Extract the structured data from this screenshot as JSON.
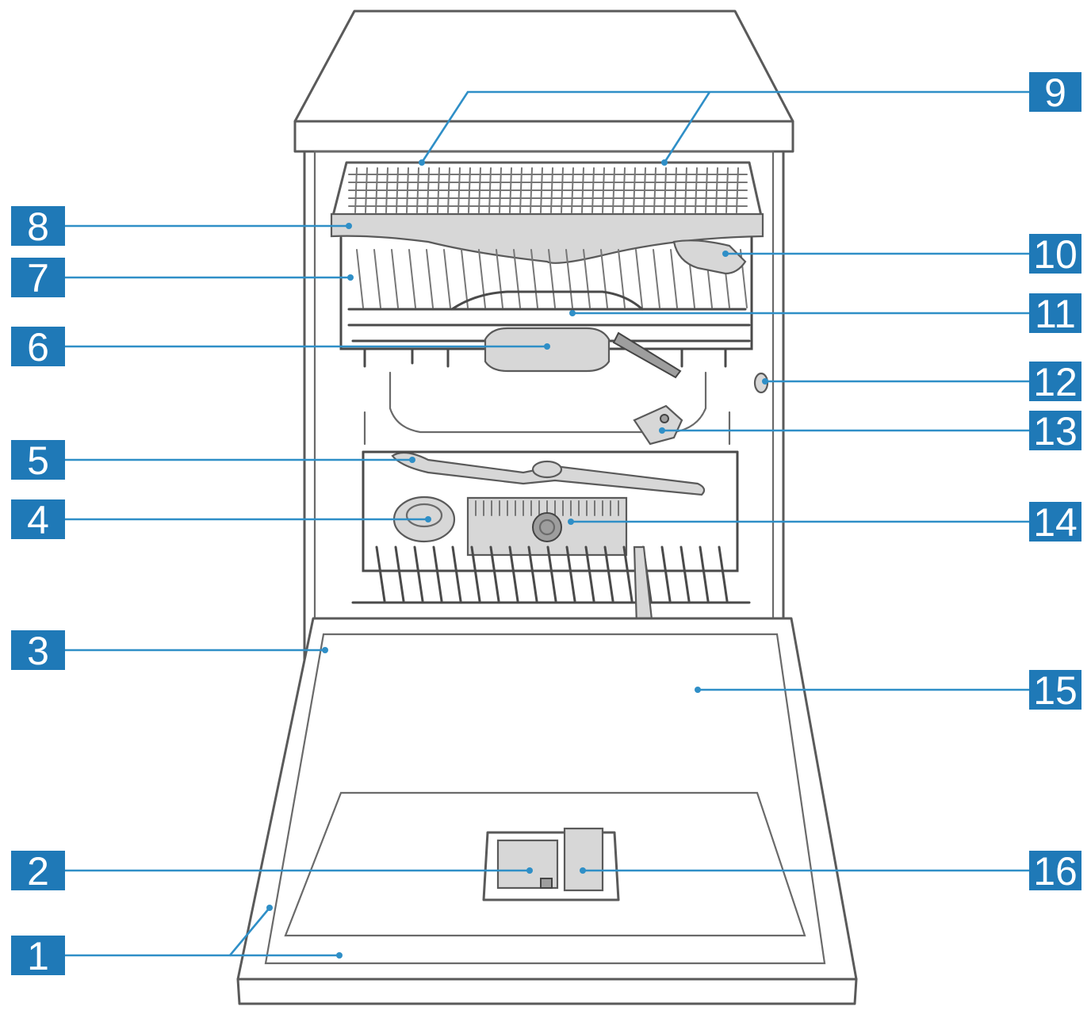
{
  "figure": {
    "subject": "dishwasher-interior",
    "accent_color": "#1f79b7",
    "leader_color": "#2f8fc7",
    "callouts": [
      {
        "id": "c1",
        "label": "1",
        "side": "left"
      },
      {
        "id": "c2",
        "label": "2",
        "side": "left"
      },
      {
        "id": "c3",
        "label": "3",
        "side": "left"
      },
      {
        "id": "c4",
        "label": "4",
        "side": "left"
      },
      {
        "id": "c5",
        "label": "5",
        "side": "left"
      },
      {
        "id": "c6",
        "label": "6",
        "side": "left"
      },
      {
        "id": "c7",
        "label": "7",
        "side": "left"
      },
      {
        "id": "c8",
        "label": "8",
        "side": "left"
      },
      {
        "id": "c9",
        "label": "9",
        "side": "right"
      },
      {
        "id": "c10",
        "label": "10",
        "side": "right"
      },
      {
        "id": "c11",
        "label": "11",
        "side": "right"
      },
      {
        "id": "c12",
        "label": "12",
        "side": "right"
      },
      {
        "id": "c13",
        "label": "13",
        "side": "right"
      },
      {
        "id": "c14",
        "label": "14",
        "side": "right"
      },
      {
        "id": "c15",
        "label": "15",
        "side": "right"
      },
      {
        "id": "c16",
        "label": "16",
        "side": "right"
      }
    ]
  }
}
